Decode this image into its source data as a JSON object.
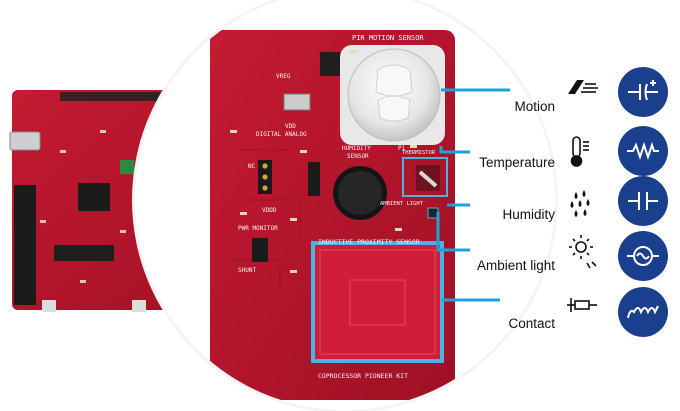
{
  "sensors": [
    {
      "label": "Motion",
      "icon": "motion-icon",
      "badge": "capacitor-polarized-icon"
    },
    {
      "label": "Temperature",
      "icon": "thermometer-icon",
      "badge": "resistor-icon"
    },
    {
      "label": "Humidity",
      "icon": "droplets-icon",
      "badge": "capacitor-icon"
    },
    {
      "label": "Ambient light",
      "icon": "sun-icon",
      "badge": "ac-source-icon"
    },
    {
      "label": "Contact",
      "icon": "switch-icon",
      "badge": "inductor-icon"
    }
  ],
  "board_text": {
    "pir": "PIR MOTION SENSOR",
    "prox": "INDUCTIVE PROXIMITY SENSOR",
    "kit": "COPROCESSOR PIONEER KIT",
    "hum": "HUMIDITY",
    "sensor": "SENSOR",
    "ambient": "AMBIENT LIGHT",
    "thermistor": "THERMISTOR",
    "digital_analog": "DIGITAL ANALOG",
    "pwr_monitor": "PWR MONITOR",
    "vreg": "VREG",
    "vdd": "VDD",
    "vddd": "VDDD",
    "nc": "NC",
    "shunt": "SHUNT",
    "ref": "P1"
  },
  "colors": {
    "pcb": "#b5142b",
    "pcb_dark": "#7c0c1d",
    "accent": "#1aa3db",
    "badge": "#1a3f8c",
    "icon": "#111111"
  }
}
